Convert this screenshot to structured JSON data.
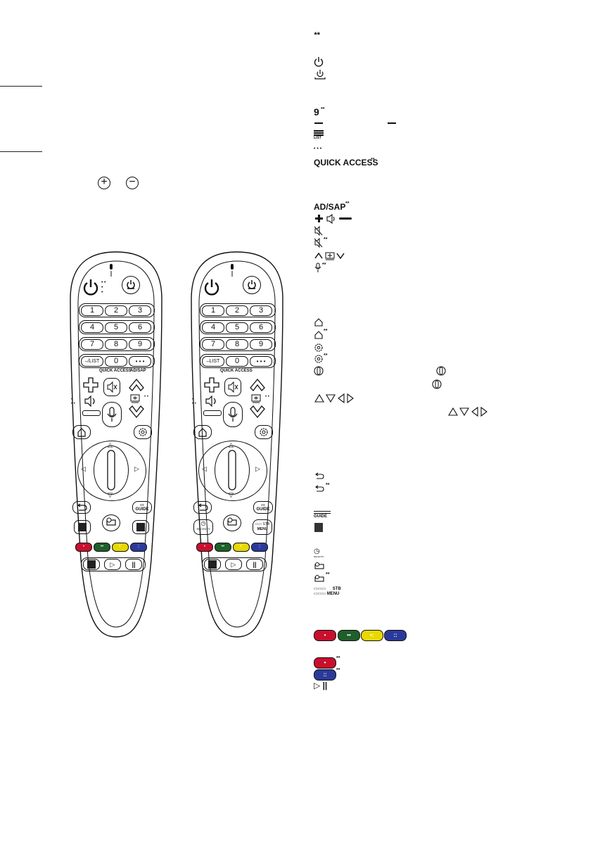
{
  "top_mark": "**",
  "remote_a": {
    "keypad": [
      "1",
      "2",
      "3",
      "4",
      "5",
      "6",
      "7",
      "8",
      "9",
      "0"
    ],
    "quick_access": "QUICK ACCESS",
    "ad_sap": "AD/SAP",
    "list": "LIST",
    "guide": "GUIDE",
    "dots": "• • •",
    "color_dots": [
      "•",
      "••",
      "•:",
      "::"
    ]
  },
  "remote_b": {
    "keypad": [
      "1",
      "2",
      "3",
      "4",
      "5",
      "6",
      "7",
      "8",
      "9",
      "0"
    ],
    "quick_access": "QUICK ACCESS",
    "list": "LIST",
    "guide": "GUIDE",
    "recents": "RECENTS",
    "stb": "STB",
    "menu": "MENU",
    "color_dots": [
      "•",
      "••",
      "•:",
      "::"
    ]
  },
  "legend": {
    "nine_sup": "**",
    "list": "LIST",
    "quick_access": "QUICK ACCESS",
    "quick_access_sup": "**",
    "ad_sap": "AD/SAP",
    "ad_sap_sup": "**",
    "mute_sup": "**",
    "mic_sup": "**",
    "home_sup": "**",
    "settings_sup": "**",
    "back_sup": "**",
    "guide": "GUIDE",
    "recents": "RECENTS",
    "input_sup": "**",
    "stb": "STB",
    "menu": "MENU",
    "red_sup": "**",
    "blue_sup": "**"
  },
  "colors": {
    "red": "#c8102e",
    "green": "#1e5f2a",
    "yellow": "#e6d800",
    "blue": "#2b3a9a"
  }
}
